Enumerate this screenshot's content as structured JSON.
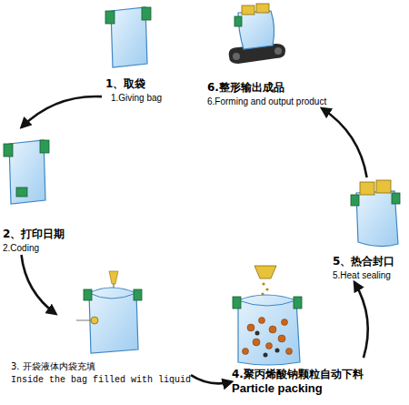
{
  "diagram": {
    "nodes": [
      {
        "text": [
          "1、取袋",
          "1.Giving bag"
        ]
      },
      {
        "text": [
          "2、打印日期",
          "2.Coding"
        ]
      },
      {
        "text": [
          "3. 开袋液体内袋充填",
          "Inside the bag filled with liquid"
        ]
      },
      {
        "text": [
          "4.聚丙烯酸钠颗粒自动下料",
          "Particle packing"
        ]
      },
      {
        "text": [
          "5、热合封口",
          "5.Heat sealing"
        ]
      },
      {
        "text": [
          "6.整形输出成品",
          "6.Forming and output product"
        ]
      }
    ],
    "edges": [
      {
        "from": 0,
        "to": 1,
        "arrow": "to"
      },
      {
        "from": 1,
        "to": 2,
        "arrow": "to"
      },
      {
        "from": 2,
        "to": 3,
        "arrow": "to"
      },
      {
        "from": 3,
        "to": 4,
        "arrow": "to"
      },
      {
        "from": 4,
        "to": 5,
        "arrow": "to"
      }
    ]
  }
}
